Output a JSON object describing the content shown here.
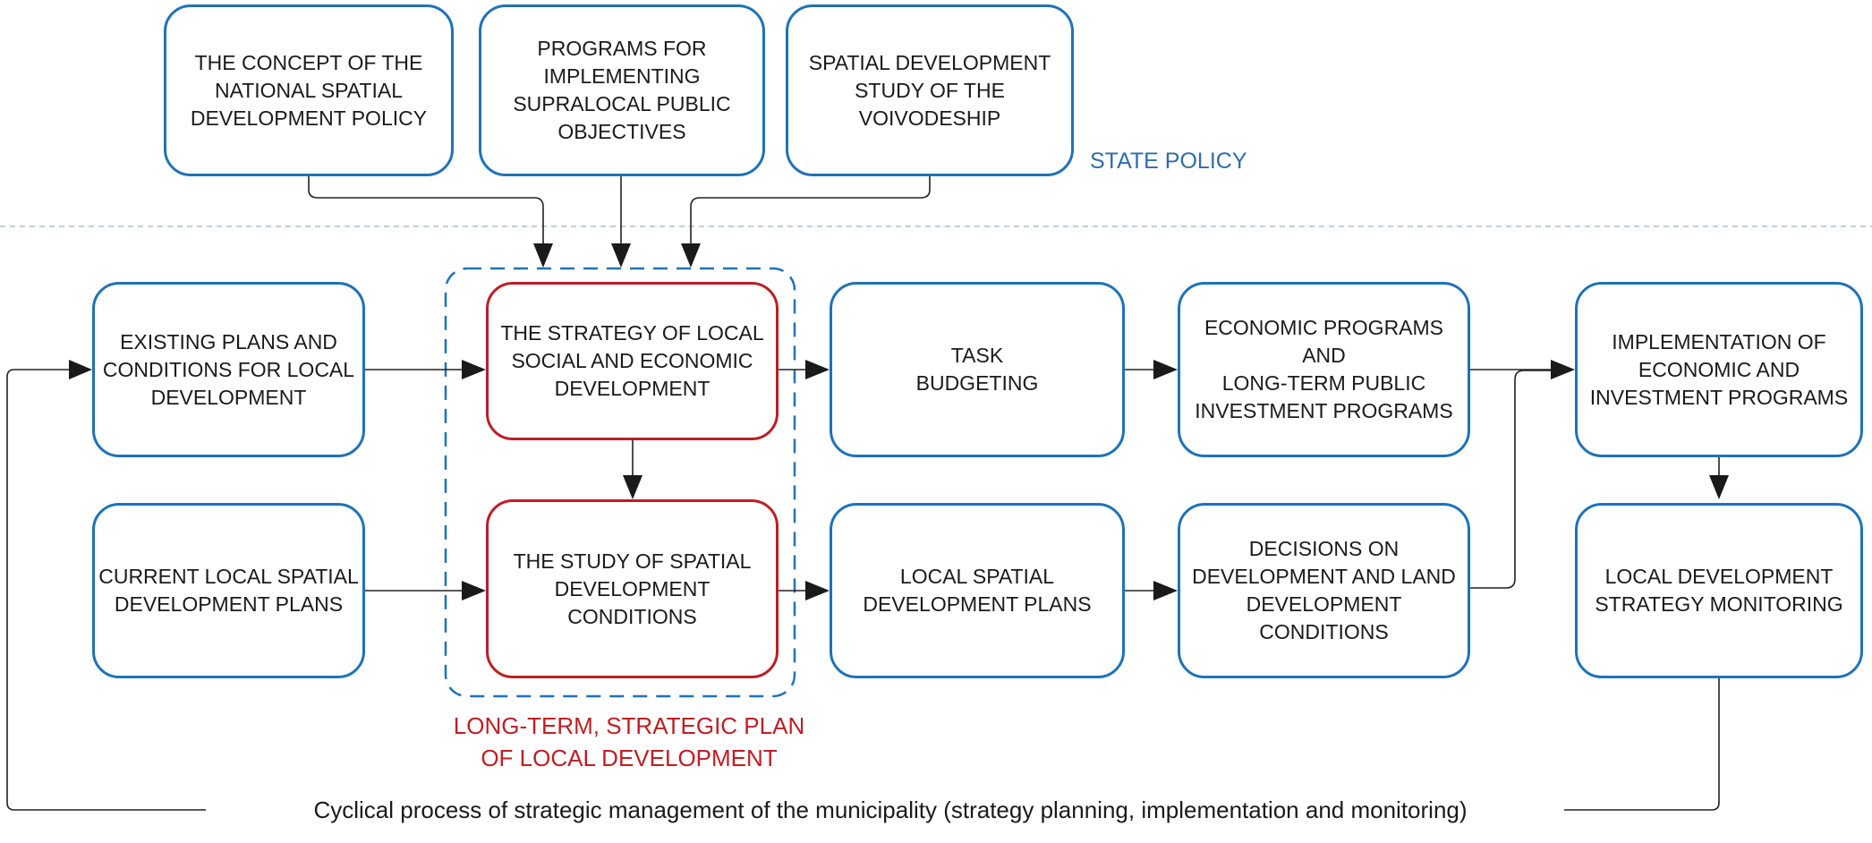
{
  "colors": {
    "box_border_blue": "#1F72B8",
    "box_border_red": "#BB1F24",
    "red_label_text": "#BE1E24",
    "state_policy_text": "#2F6DA8",
    "divider_line": "#B4BAD2",
    "connector_line": "#222222",
    "arrowhead_fill": "#1a1a1a",
    "box_text": "#1A1A1A"
  },
  "labels": {
    "state_policy": "STATE POLICY",
    "long_term_plan": "LONG-TERM, STRATEGIC PLAN\nOF LOCAL DEVELOPMENT",
    "cycle_caption": "Cyclical process of strategic management of the municipality (strategy planning, implementation and monitoring)"
  },
  "state_policy_boxes": [
    {
      "id": "national-policy-concept",
      "label": "THE CONCEPT OF THE\nNATIONAL SPATIAL\nDEVELOPMENT POLICY"
    },
    {
      "id": "supralocal-programs",
      "label": "PROGRAMS FOR\nIMPLEMENTING\nSUPRALOCAL PUBLIC\nOBJECTIVES"
    },
    {
      "id": "voivodeship-study",
      "label": "SPATIAL DEVELOPMENT\nSTUDY OF THE\nVOIVODESHIP"
    }
  ],
  "local_boxes": [
    {
      "id": "existing-plans",
      "label": "EXISTING PLANS AND\nCONDITIONS FOR LOCAL\nDEVELOPMENT",
      "highlight": false
    },
    {
      "id": "strategy",
      "label": "THE STRATEGY OF LOCAL\nSOCIAL AND ECONOMIC\nDEVELOPMENT",
      "highlight": true
    },
    {
      "id": "task-budgeting",
      "label": "TASK\nBUDGETING",
      "highlight": false
    },
    {
      "id": "economic-programs",
      "label": "ECONOMIC PROGRAMS\nAND\nLONG-TERM PUBLIC\nINVESTMENT PROGRAMS",
      "highlight": false
    },
    {
      "id": "implementation",
      "label": "IMPLEMENTATION OF\nECONOMIC AND\nINVESTMENT PROGRAMS",
      "highlight": false
    },
    {
      "id": "current-plans",
      "label": "CURRENT LOCAL SPATIAL\nDEVELOPMENT PLANS",
      "highlight": false
    },
    {
      "id": "spatial-study",
      "label": "THE STUDY OF SPATIAL\nDEVELOPMENT\nCONDITIONS",
      "highlight": true
    },
    {
      "id": "local-spatial-plans",
      "label": "LOCAL SPATIAL\nDEVELOPMENT PLANS",
      "highlight": false
    },
    {
      "id": "decisions",
      "label": "DECISIONS ON\nDEVELOPMENT AND LAND\nDEVELOPMENT\nCONDITIONS",
      "highlight": false
    },
    {
      "id": "monitoring",
      "label": "LOCAL DEVELOPMENT\nSTRATEGY MONITORING",
      "highlight": false
    }
  ]
}
